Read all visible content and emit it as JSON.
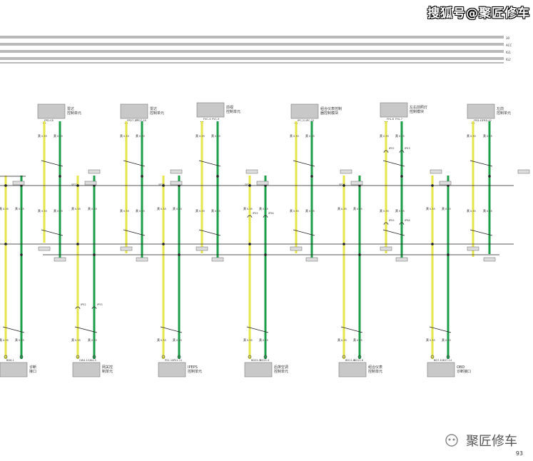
{
  "watermark_top": "搜狐号@聚匠修车",
  "watermark_bottom": "聚匠修车",
  "page_number": "93",
  "colors": {
    "yellow": "#e5e54c",
    "green": "#1e9e4a",
    "box": "#c8c8c8",
    "line": "#222222"
  },
  "buses": [
    "30",
    "ACC",
    "IG1",
    "IG2"
  ],
  "top_components": [
    {
      "label1": "雷达",
      "label2": "控制单元",
      "pins": [
        "FPD-C8"
      ]
    },
    {
      "label1": "雷达",
      "label2": "控制单元",
      "pins": [
        "FPD7-17",
        "FPD7-18"
      ]
    },
    {
      "label1": "前视",
      "label2": "控制单元",
      "pins": [
        "FVC-4",
        "FVC-5"
      ]
    },
    {
      "label1": "组合仪表控制",
      "label2": "器控制模块",
      "pins": [
        "IPC-21",
        "IPC-22"
      ]
    },
    {
      "label1": "左右前照灯",
      "label2": "控制模块",
      "pins": [
        "FHL-6",
        "FHL-7"
      ]
    },
    {
      "label1": "左前",
      "label2": "控制单元",
      "pins": [
        "FRD-41",
        "FRD-42"
      ]
    }
  ],
  "bottom_components": [
    {
      "label1": "诊断",
      "label2": "接口",
      "pins": [
        "BD6-1"
      ]
    },
    {
      "label1": "网关控",
      "label2": "制单元",
      "pins": [
        "GW4-1",
        "GW4-5"
      ]
    },
    {
      "label1": "IPEPS",
      "label2": "控制单元",
      "pins": [
        "PS1-10",
        "PS1-11"
      ]
    },
    {
      "label1": "后排空调",
      "label2": "控制单元",
      "pins": [
        "BD25-3",
        "BD25-4"
      ]
    },
    {
      "label1": "组合仪表",
      "label2": "控制单元",
      "pins": [
        "BD11-6",
        "BD11-8"
      ]
    },
    {
      "label1": "OBD",
      "label2": "诊断接口",
      "pins": [
        "BD7-6",
        "BD7-14"
      ]
    }
  ],
  "wire_labels": [
    "黄",
    "绿"
  ],
  "wire_size": "0.35",
  "splice_labels": [
    "SP22",
    "SP23",
    "SP24",
    "SP25"
  ],
  "connector_labels": [
    "IP52",
    "IP53",
    "IP55",
    "IP56"
  ]
}
